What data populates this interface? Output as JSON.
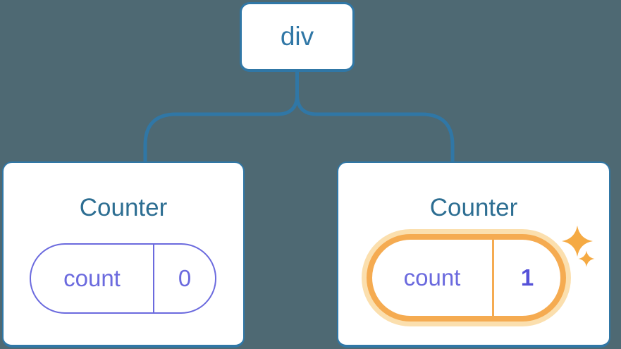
{
  "tree": {
    "root": {
      "label": "div"
    },
    "children": [
      {
        "title": "Counter",
        "state_key": "count",
        "state_value": "0",
        "highlighted": false
      },
      {
        "title": "Counter",
        "state_key": "count",
        "state_value": "1",
        "highlighted": true
      }
    ]
  },
  "colors": {
    "background": "#4e6973",
    "line_blue": "#3077a6",
    "title_blue": "#2d6e92",
    "state_purple": "#6b6ade",
    "value_bold_purple": "#5551d8",
    "highlight_orange": "#f5ab51",
    "highlight_glow": "#fbdfae",
    "sparkle_orange": "#f5aa43",
    "card_background": "#ffffff"
  }
}
